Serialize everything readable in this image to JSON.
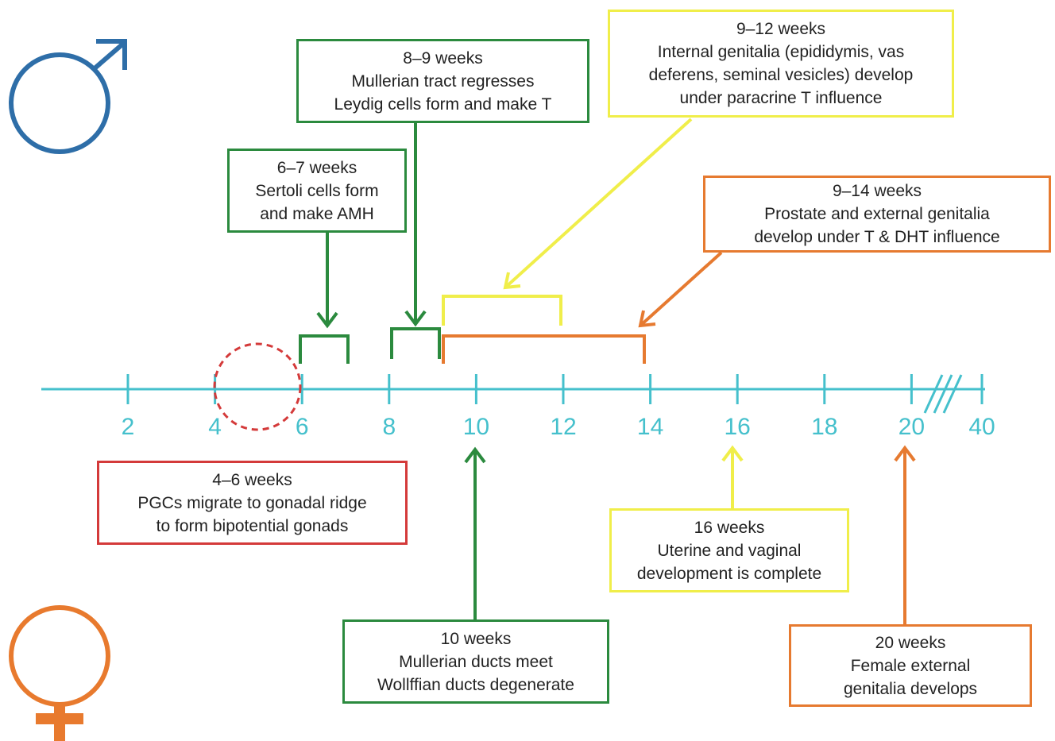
{
  "colors": {
    "axis": "#45c0cc",
    "green": "#2b8a3e",
    "yellow": "#f0ee4a",
    "orange": "#e67a30",
    "red": "#d43a3a",
    "male_symbol": "#2e6ea8",
    "female_symbol": "#e87a2e"
  },
  "symbols": {
    "male": "male-symbol-icon",
    "female": "female-symbol-icon"
  },
  "axis": {
    "ticks": [
      "2",
      "4",
      "6",
      "8",
      "10",
      "12",
      "14",
      "16",
      "18",
      "20",
      "40"
    ]
  },
  "male_events": [
    {
      "title": "6–7 weeks",
      "lines": [
        "Sertoli cells form",
        "and make AMH"
      ],
      "color": "green",
      "start": 6,
      "end": 7
    },
    {
      "title": "8–9 weeks",
      "lines": [
        "Mullerian tract regresses",
        "Leydig cells form and make T"
      ],
      "color": "green",
      "start": 8,
      "end": 9
    },
    {
      "title": "9–12 weeks",
      "lines": [
        "Internal genitalia (epididymis, vas",
        "deferens, seminal vesicles) develop",
        "under paracrine T influence"
      ],
      "color": "yellow",
      "start": 9,
      "end": 12
    },
    {
      "title": "9–14 weeks",
      "lines": [
        "Prostate and external genitalia",
        "develop under T & DHT influence"
      ],
      "color": "orange",
      "start": 9,
      "end": 14
    }
  ],
  "female_events": [
    {
      "title": "4–6 weeks",
      "lines": [
        "PGCs migrate to gonadal ridge",
        "to form bipotential gonads"
      ],
      "color": "red"
    },
    {
      "title": "10 weeks",
      "lines": [
        "Mullerian ducts meet",
        "Wollffian ducts degenerate"
      ],
      "color": "green",
      "week": 10
    },
    {
      "title": "16 weeks",
      "lines": [
        "Uterine and vaginal",
        "development is complete"
      ],
      "color": "yellow",
      "week": 16
    },
    {
      "title": "20 weeks",
      "lines": [
        "Female external",
        "genitalia develops"
      ],
      "color": "orange",
      "week": 20
    }
  ]
}
